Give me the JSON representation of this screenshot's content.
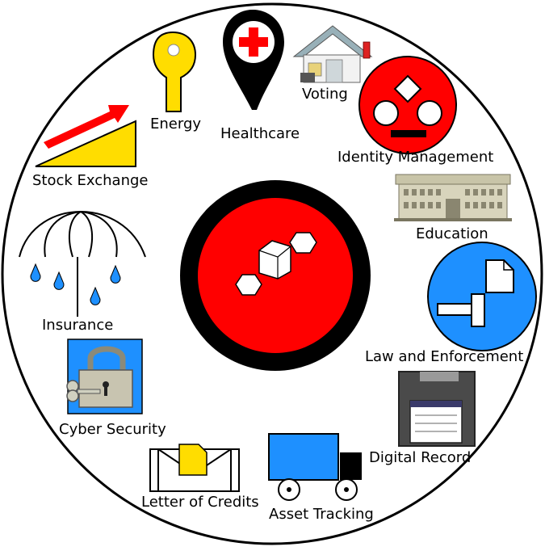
{
  "center": {
    "icon": "blockchain-hexagons-icon"
  },
  "items": [
    {
      "label": "Energy",
      "icon": "key-icon"
    },
    {
      "label": "Healthcare",
      "icon": "map-pin-cross-icon"
    },
    {
      "label": "Voting",
      "icon": "polling-booth-icon"
    },
    {
      "label": "Identity Management",
      "icon": "identity-face-icon"
    },
    {
      "label": "Education",
      "icon": "university-building-icon"
    },
    {
      "label": "Law and Enforcement",
      "icon": "gavel-document-icon"
    },
    {
      "label": "Digital Record",
      "icon": "floppy-disk-icon"
    },
    {
      "label": "Asset Tracking",
      "icon": "truck-icon"
    },
    {
      "label": "Letter of Credits",
      "icon": "envelope-document-icon"
    },
    {
      "label": "Cyber Security",
      "icon": "padlock-key-icon"
    },
    {
      "label": "Insurance",
      "icon": "umbrella-rain-icon"
    },
    {
      "label": "Stock Exchange",
      "icon": "rising-arrow-chart-icon"
    }
  ],
  "colors": {
    "red": "#ff0000",
    "yellow": "#ffdd00",
    "blue": "#1e90ff",
    "black": "#000000"
  }
}
